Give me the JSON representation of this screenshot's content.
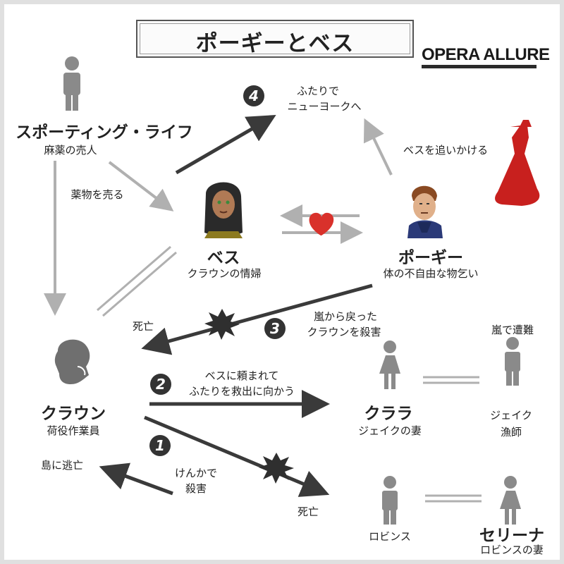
{
  "title": "ポーギーとベス",
  "brand": "OPERA ALLURE",
  "colors": {
    "dark_arrow": "#3a3a3a",
    "light_arrow": "#b0b0b0",
    "heart": "#d9312b",
    "dress": "#c8201e",
    "figure": "#8a8a8a"
  },
  "characters": {
    "sporting": {
      "name": "スポーティング・ライフ",
      "role": "麻薬の売人"
    },
    "bess": {
      "name": "ベス",
      "role": "クラウンの情婦"
    },
    "porgy": {
      "name": "ポーギー",
      "role": "体の不自由な物乞い"
    },
    "crown": {
      "name": "クラウン",
      "role": "荷役作業員"
    },
    "clara": {
      "name": "クララ",
      "role": "ジェイクの妻"
    },
    "jake": {
      "name": "ジェイク",
      "role": "漁師"
    },
    "robbins": {
      "name": "ロビンス"
    },
    "serena": {
      "name": "セリーナ",
      "role": "ロビンスの妻"
    }
  },
  "labels": {
    "sell_drugs": "薬物を売る",
    "ny_line1": "ふたりで",
    "ny_line2": "ニューヨークへ",
    "chase_bess": "ベスを追いかける",
    "dead_crown": "死亡",
    "storm_line1": "嵐から戻った",
    "storm_line2": "クラウンを殺害",
    "storm_jake": "嵐で遭難",
    "rescue_line1": "ベスに頼まれて",
    "rescue_line2": "ふたりを救出に向かう",
    "fight_line1": "けんかで",
    "fight_line2": "殺害",
    "escape": "島に逃亡",
    "dead_robbins": "死亡"
  },
  "steps": [
    "1",
    "2",
    "3",
    "4"
  ],
  "icons": [
    "person-icon",
    "woman-icon",
    "heart-icon",
    "dress-icon",
    "explosion-icon",
    "crown-silhouette-icon",
    "bess-portrait-icon",
    "porgy-portrait-icon"
  ]
}
